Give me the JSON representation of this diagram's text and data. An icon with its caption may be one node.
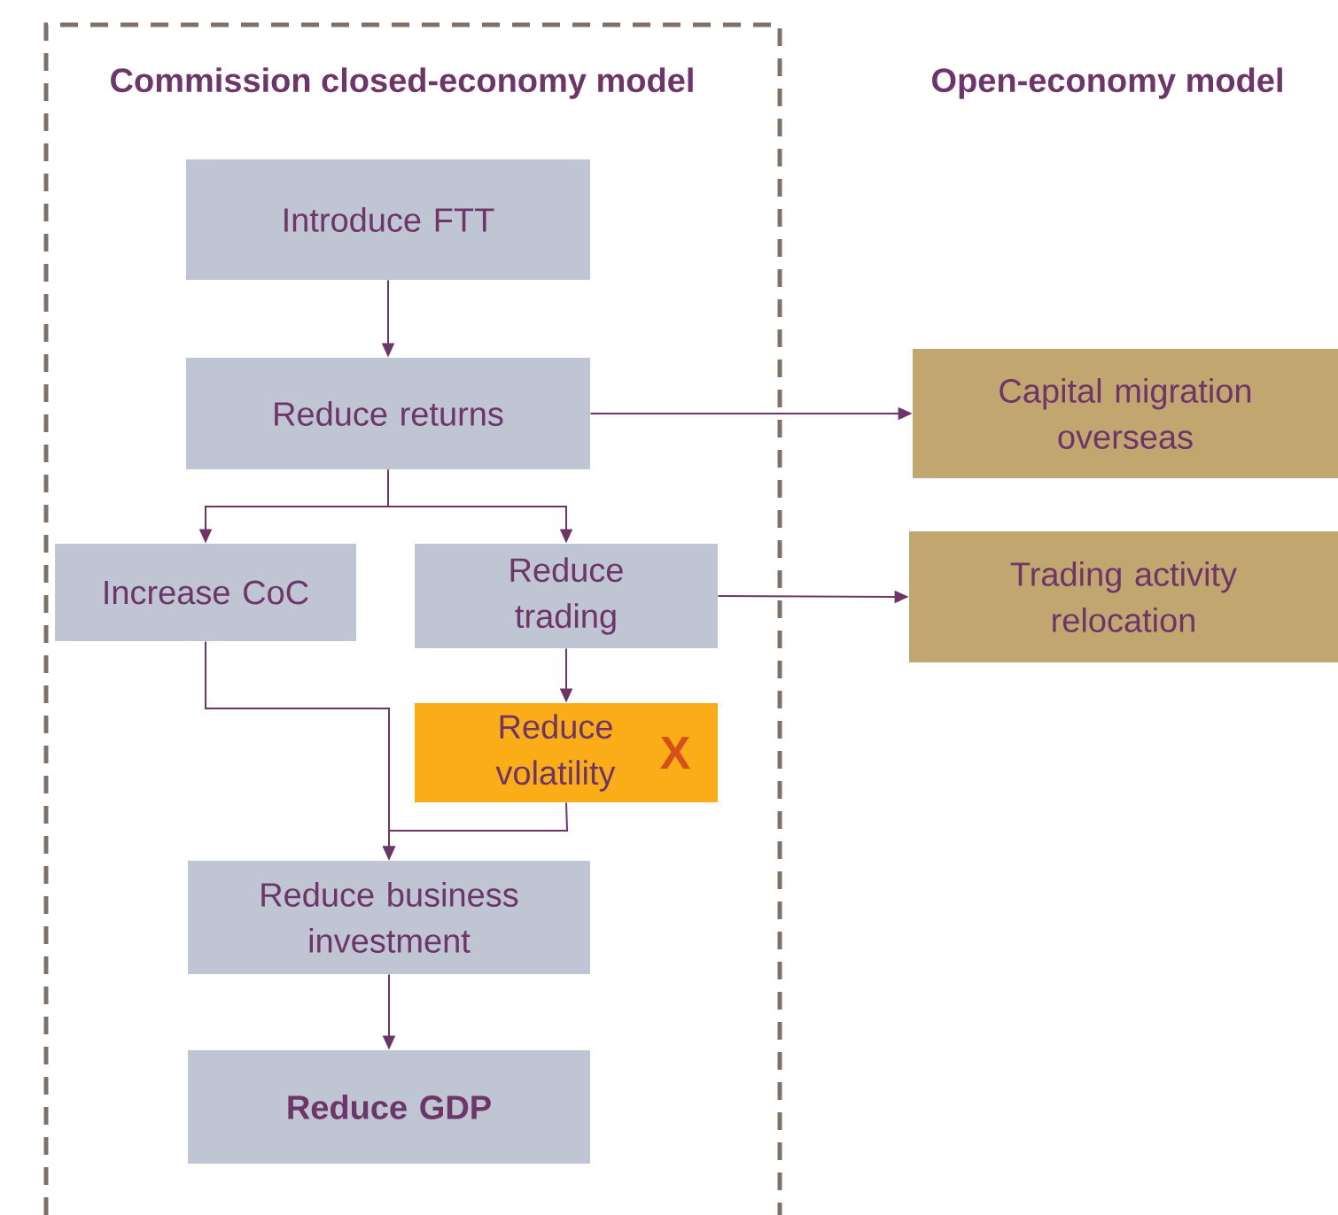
{
  "diagram": {
    "nodes": [
      {
        "text": [
          "Introduce FTT"
        ]
      },
      {
        "text": [
          "Reduce returns"
        ]
      },
      {
        "text": [
          "Capital migration overseas"
        ]
      },
      {
        "text": [
          "Increase CoC"
        ]
      },
      {
        "text": [
          "Reduce trading"
        ]
      },
      {
        "text": [
          "Trading activity relocation"
        ]
      },
      {
        "text": [
          "Reduce volatility",
          "X"
        ]
      },
      {
        "text": [
          "Reduce business investment"
        ]
      },
      {
        "text": [
          "Reduce GDP"
        ]
      }
    ],
    "edges": [
      {
        "from": 0,
        "to": 1,
        "arrow": "to"
      },
      {
        "from": 1,
        "to": 2,
        "arrow": "to"
      },
      {
        "from": 1,
        "to": 3,
        "arrow": "to"
      },
      {
        "from": 1,
        "to": 4,
        "arrow": "to"
      },
      {
        "from": 4,
        "to": 5,
        "arrow": "to"
      },
      {
        "from": 4,
        "to": 6,
        "arrow": "to"
      },
      {
        "from": 3,
        "to": 7,
        "arrow": "to"
      },
      {
        "from": 6,
        "to": 7,
        "arrow": "to"
      },
      {
        "from": 7,
        "to": 8,
        "arrow": "to"
      }
    ],
    "labels": [
      "Commission closed-economy model",
      "Open-economy model"
    ]
  }
}
